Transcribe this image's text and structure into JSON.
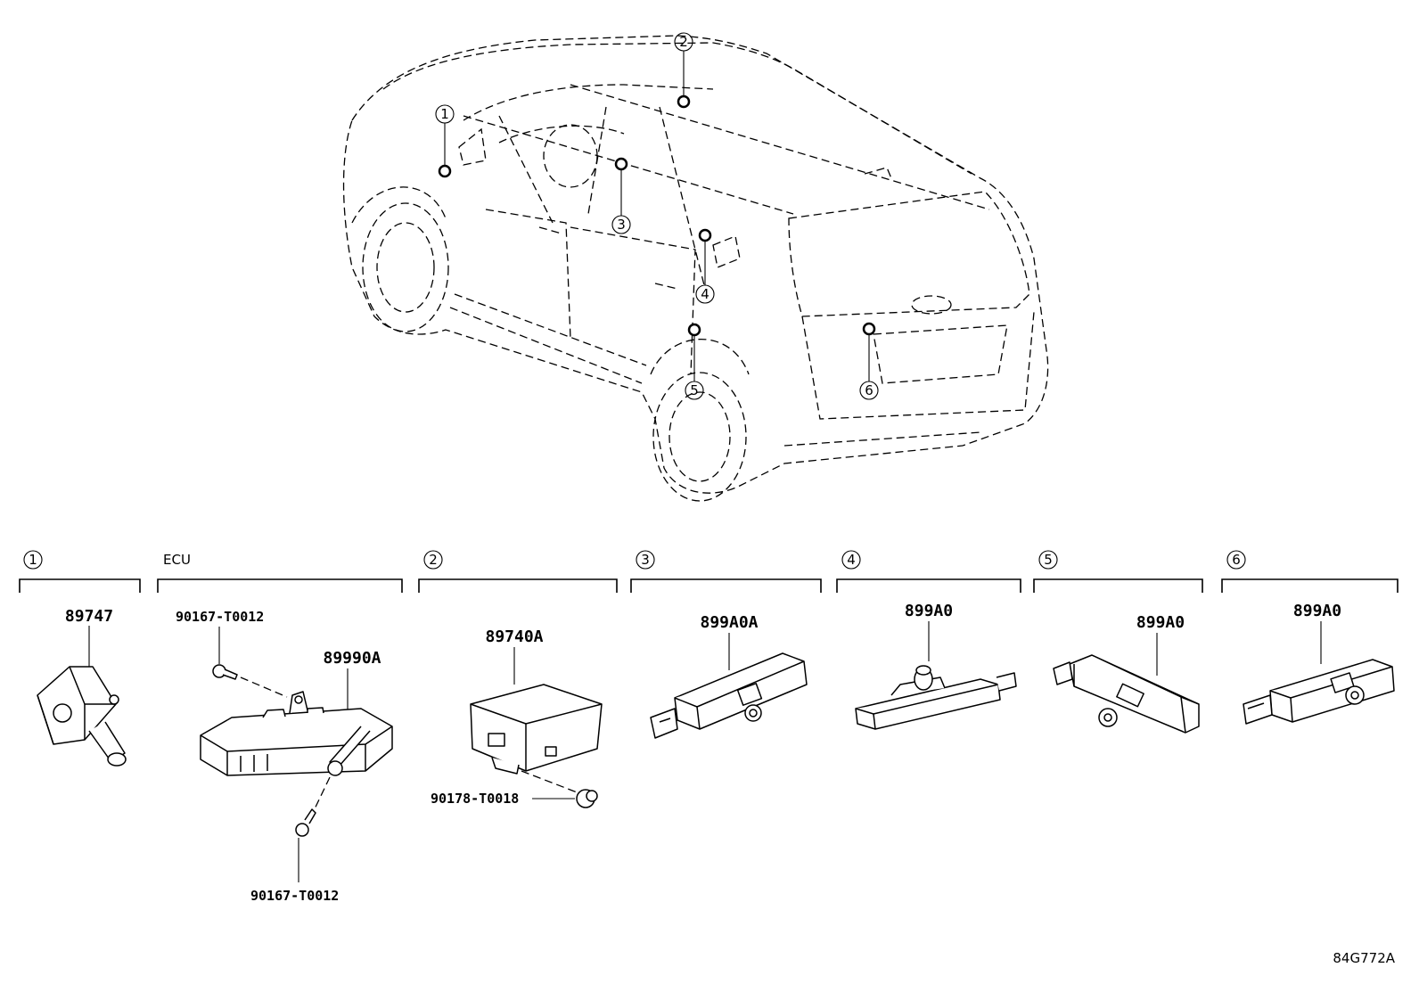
{
  "diagram_code": "84G772A",
  "callouts": [
    "1",
    "2",
    "3",
    "4",
    "5",
    "6"
  ],
  "groups": [
    {
      "callout": "1",
      "title": "",
      "parts": [
        "89747"
      ]
    },
    {
      "callout": "",
      "title": "ECU",
      "parts": [
        "90167-T0012",
        "89990A",
        "90167-T0012"
      ]
    },
    {
      "callout": "2",
      "title": "",
      "parts": [
        "89740A",
        "90178-T0018"
      ]
    },
    {
      "callout": "3",
      "title": "",
      "parts": [
        "899A0A"
      ]
    },
    {
      "callout": "4",
      "title": "",
      "parts": [
        "899A0"
      ]
    },
    {
      "callout": "5",
      "title": "",
      "parts": [
        "899A0"
      ]
    },
    {
      "callout": "6",
      "title": "",
      "parts": [
        "899A0"
      ]
    }
  ]
}
